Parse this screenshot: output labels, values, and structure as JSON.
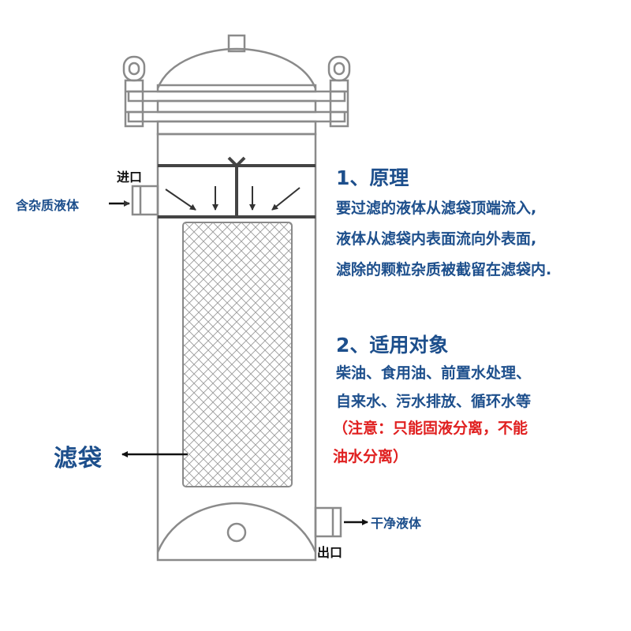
{
  "labels": {
    "inlet_port": "进口",
    "inlet_liquid": "含杂质液体",
    "filter_bag": "滤袋",
    "outlet_liquid": "干净液体",
    "outlet_port": "出口"
  },
  "principle": {
    "heading": "1、原理",
    "lines": [
      "要过滤的液体从滤袋顶端流入,",
      "液体从滤袋内表面流向外表面,",
      "滤除的颗粒杂质被截留在滤袋内."
    ]
  },
  "applications": {
    "heading": "2、适用对象",
    "lines": [
      "柴油、食用油、前置水处理、",
      "自来水、污水排放、循环水等"
    ],
    "note_lines": [
      "（注意：只能固液分离，不能",
      "油水分离）"
    ]
  },
  "colors": {
    "text_blue": "#1d4f8c",
    "note_red": "#e02020",
    "outline": "#8a8a8a"
  }
}
